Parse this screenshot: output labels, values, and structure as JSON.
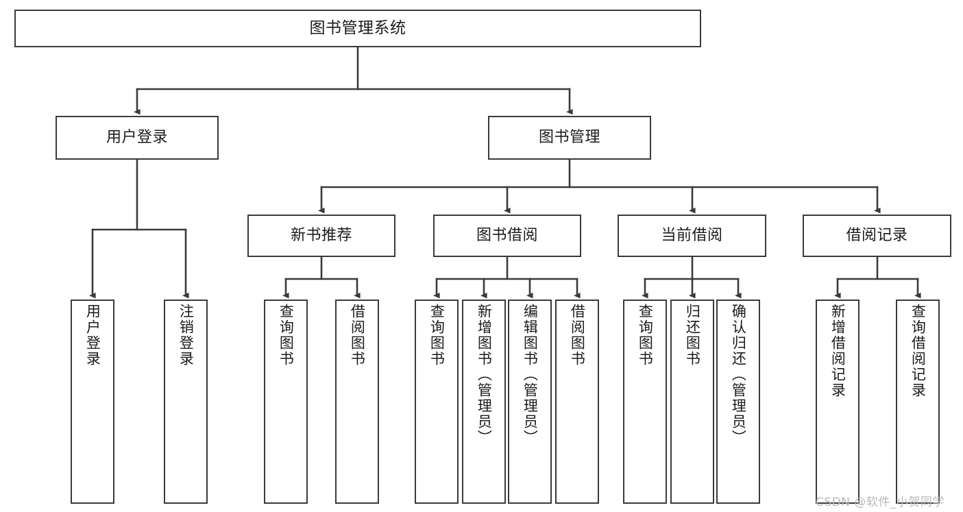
{
  "diagram": {
    "title": "图书管理系统",
    "watermark": "CSDN @软件_小贺同学",
    "style": {
      "stroke_color": "#3a3a3a",
      "fill_color": "#ffffff",
      "text_color": "#1b1b1b",
      "watermark_color": "#b9b9b9",
      "background": "#ffffff"
    },
    "nodes": {
      "root": {
        "label": "图书管理系统"
      },
      "level2": [
        {
          "id": "user-login",
          "label": "用户登录"
        },
        {
          "id": "book-manage",
          "label": "图书管理"
        }
      ],
      "level3": [
        {
          "id": "new-book-recommend",
          "label": "新书推荐"
        },
        {
          "id": "book-borrow",
          "label": "图书借阅"
        },
        {
          "id": "current-borrow",
          "label": "当前借阅"
        },
        {
          "id": "borrow-record",
          "label": "借阅记录"
        }
      ],
      "leaves": {
        "user_login": [
          {
            "id": "leaf-user-login",
            "label": "用户登录"
          },
          {
            "id": "leaf-logout-login",
            "label": "注销登录"
          }
        ],
        "new_book_recommend": [
          {
            "id": "leaf-query-book-1",
            "label": "查询图书"
          },
          {
            "id": "leaf-borrow-book-1",
            "label": "借阅图书"
          }
        ],
        "book_borrow": [
          {
            "id": "leaf-query-book-2",
            "label": "查询图书"
          },
          {
            "id": "leaf-add-book",
            "label": "新增图书（管理员）"
          },
          {
            "id": "leaf-edit-book",
            "label": "编辑图书（管理员）"
          },
          {
            "id": "leaf-borrow-book-2",
            "label": "借阅图书"
          }
        ],
        "current_borrow": [
          {
            "id": "leaf-query-book-3",
            "label": "查询图书"
          },
          {
            "id": "leaf-return-book",
            "label": "归还图书"
          },
          {
            "id": "leaf-confirm-return",
            "label": "确认归还（管理员）"
          }
        ],
        "borrow_record": [
          {
            "id": "leaf-add-record",
            "label": "新增借阅记录"
          },
          {
            "id": "leaf-query-record",
            "label": "查询借阅记录"
          }
        ]
      }
    }
  }
}
